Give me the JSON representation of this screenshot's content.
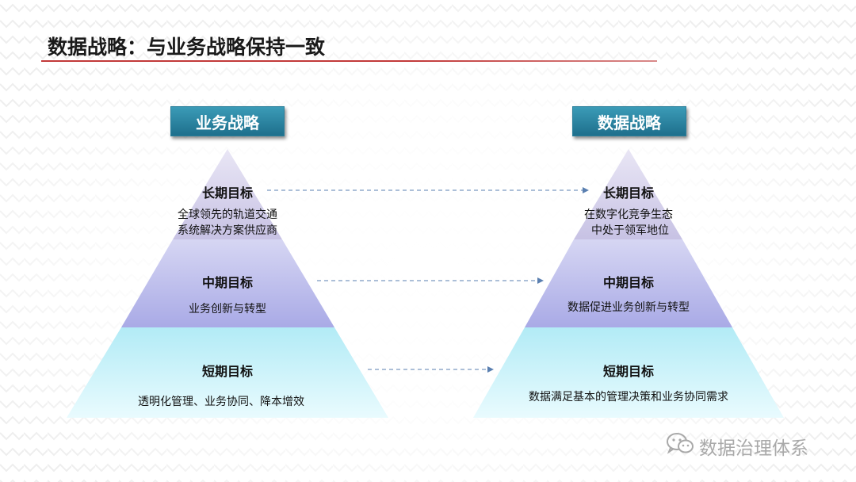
{
  "title": "数据战略：与业务战略保持一致",
  "left": {
    "banner": "业务战略",
    "long": {
      "heading": "长期目标",
      "lines": [
        "全球领先的轨道交通",
        "系统解决方案供应商"
      ]
    },
    "mid": {
      "heading": "中期目标",
      "lines": [
        "业务创新与转型"
      ]
    },
    "short": {
      "heading": "短期目标",
      "lines": [
        "透明化管理、业务协同、降本增效"
      ]
    }
  },
  "right": {
    "banner": "数据战略",
    "long": {
      "heading": "长期目标",
      "lines": [
        "在数字化竞争生态",
        "中处于领军地位"
      ]
    },
    "mid": {
      "heading": "中期目标",
      "lines": [
        "数据促进业务创新与转型"
      ]
    },
    "short": {
      "heading": "短期目标",
      "lines": [
        "数据满足基本的管理决策和业务协同需求"
      ]
    }
  },
  "watermark": {
    "text": "数据治理体系",
    "icon": "wechat-icon"
  },
  "colors": {
    "accent_red": "#c23a3a",
    "banner": "#2b88a6",
    "tier_top": "#c7c2e4",
    "tier_mid": "#b4b5e9",
    "tier_bottom": "#b9eef7",
    "arrow": "#5a7fb0"
  }
}
